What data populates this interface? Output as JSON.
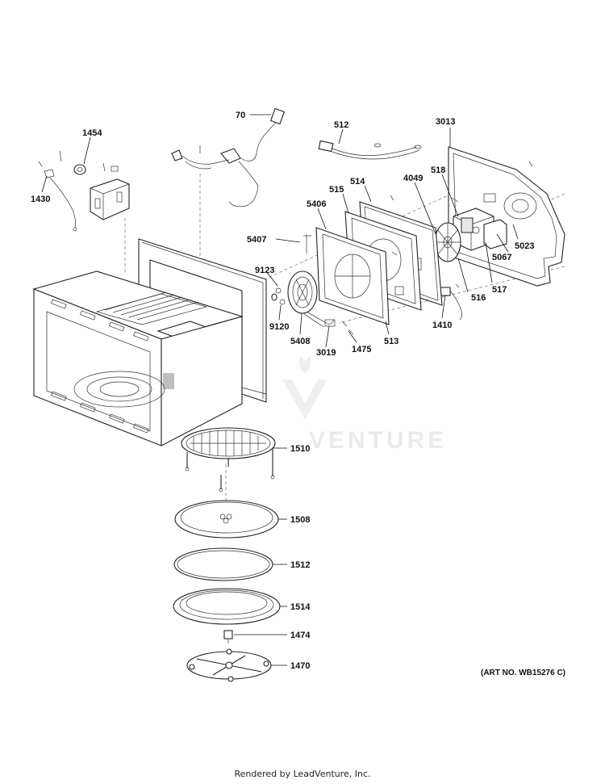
{
  "callouts": {
    "c70": "70",
    "c512": "512",
    "c3013": "3013",
    "c1454": "1454",
    "c1430": "1430",
    "c514": "514",
    "c4049": "4049",
    "c518": "518",
    "c515": "515",
    "c5406": "5406",
    "c5407": "5407",
    "c9123": "9123",
    "c5023": "5023",
    "c5067": "5067",
    "c517": "517",
    "c516": "516",
    "c1410": "1410",
    "c9120": "9120",
    "c5408": "5408",
    "c3019": "3019",
    "c1475": "1475",
    "c513": "513",
    "c1510": "1510",
    "c1508": "1508",
    "c1512": "1512",
    "c1514": "1514",
    "c1474": "1474",
    "c1470": "1470"
  },
  "art_number": "(ART NO. WB15276 C)",
  "watermark": "VENTURE",
  "footer": "Rendered by LeadVenture, Inc."
}
